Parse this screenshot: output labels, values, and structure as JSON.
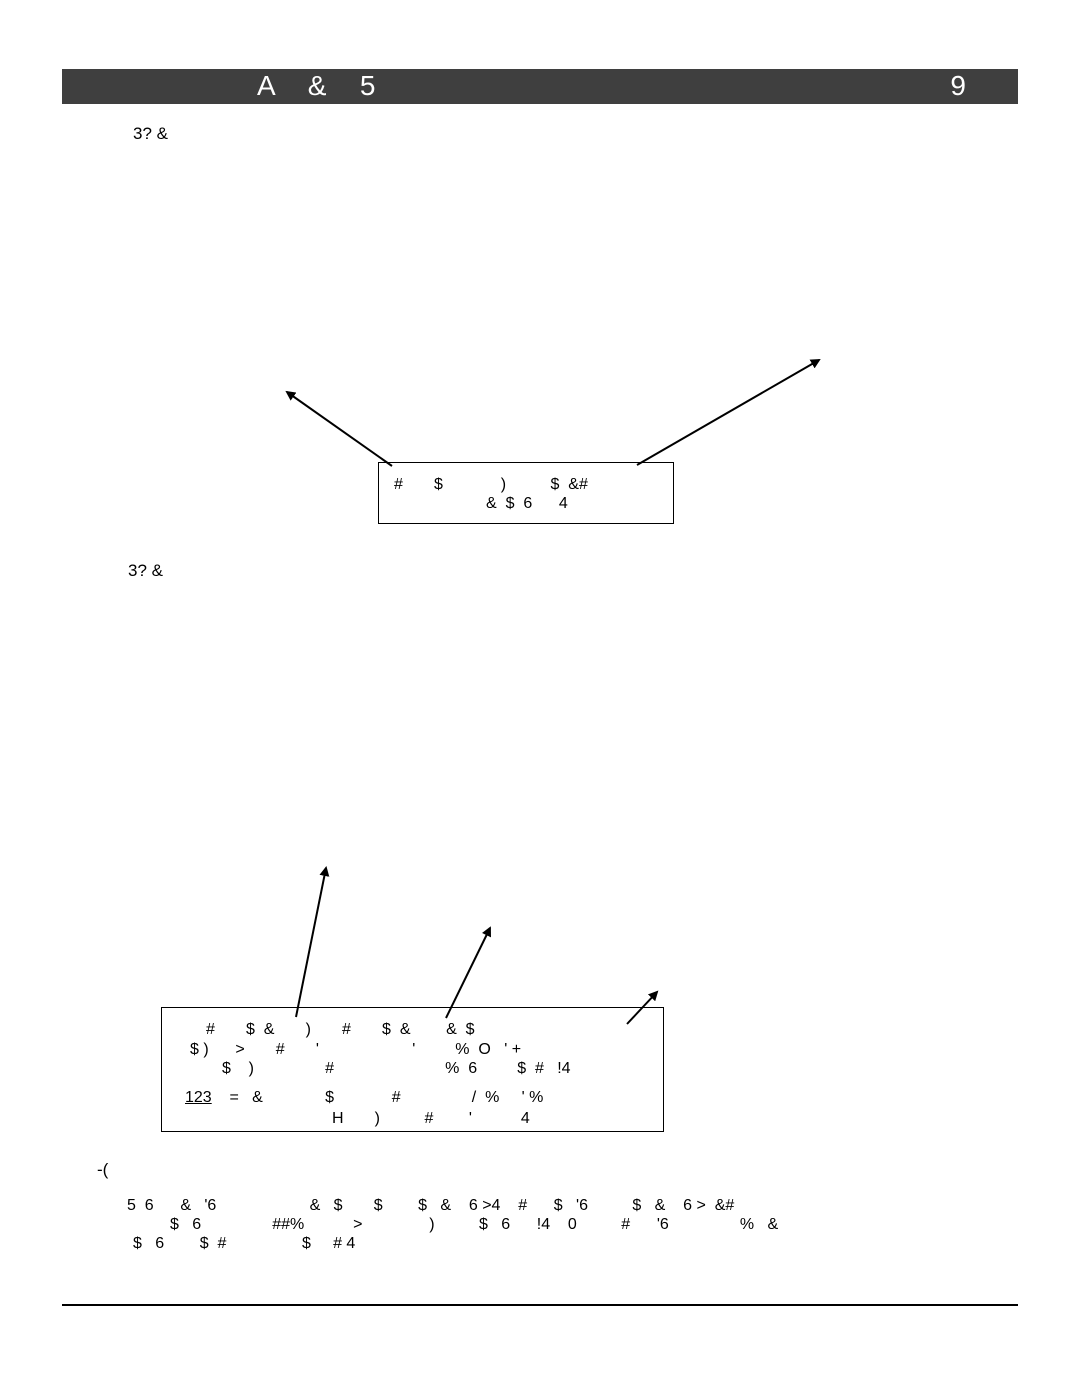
{
  "header": {
    "title": "A  &  5",
    "page_number": "9",
    "bar_color": "#3f3f3f"
  },
  "section1": {
    "heading": "3? &",
    "callout": {
      "line1": "#       $             )          $  &#",
      "line2": "&  $  6      4"
    }
  },
  "section2": {
    "heading": "3? &",
    "callout": {
      "line1": "#       $  &       )       #       $  &        &  $",
      "line2": "$ )      >       #       '                     '         %  O   ' +",
      "line3": "$    )                #                         %  6         $  #   !4",
      "line4_link": "123",
      "line4_rest": "=   &              $             #                /  %     ' %",
      "line5": "H       )          #        '           4"
    }
  },
  "note": {
    "heading": "-(",
    "line1": "5  6      &   '6                     &   $       $        $   &    6 >4    #      $   '6          $   &    6 >  &#",
    "line2": "$   6                ##%           >               )          $   6      !4    0          #      '6                %   &",
    "line3": "$   6        $  #                 $     # 4"
  }
}
